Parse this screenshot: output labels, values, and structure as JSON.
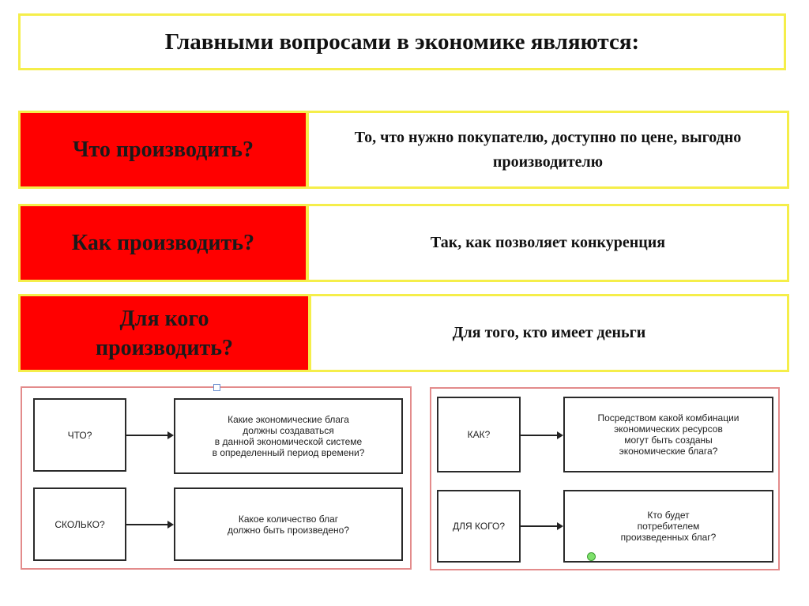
{
  "title": "Главными вопросами в экономике являются:",
  "rows": [
    {
      "question": "Что производить?",
      "answer": "То, что нужно покупателю, доступно по цене, выгодно производителю"
    },
    {
      "question": "Как производить?",
      "answer": "Так, как позволяет конкуренция"
    },
    {
      "question": "Для кого производить?",
      "answer": "Для того, кто имеет деньги"
    }
  ],
  "panels": [
    {
      "items": [
        {
          "label": "ЧТО?",
          "text": "Какие экономические блага\nдолжны создаваться\nв данной экономической системе\nв определенный период времени?"
        },
        {
          "label": "СКОЛЬКО?",
          "text": "Какое количество благ\nдолжно быть произведено?"
        }
      ]
    },
    {
      "items": [
        {
          "label": "КАК?",
          "text": "Посредством какой комбинации\nэкономических ресурсов\nмогут быть созданы\nэкономические блага?"
        },
        {
          "label": "ДЛЯ КОГО?",
          "text": "Кто будет\nпотребителем\nпроизведенных благ?"
        }
      ]
    }
  ]
}
